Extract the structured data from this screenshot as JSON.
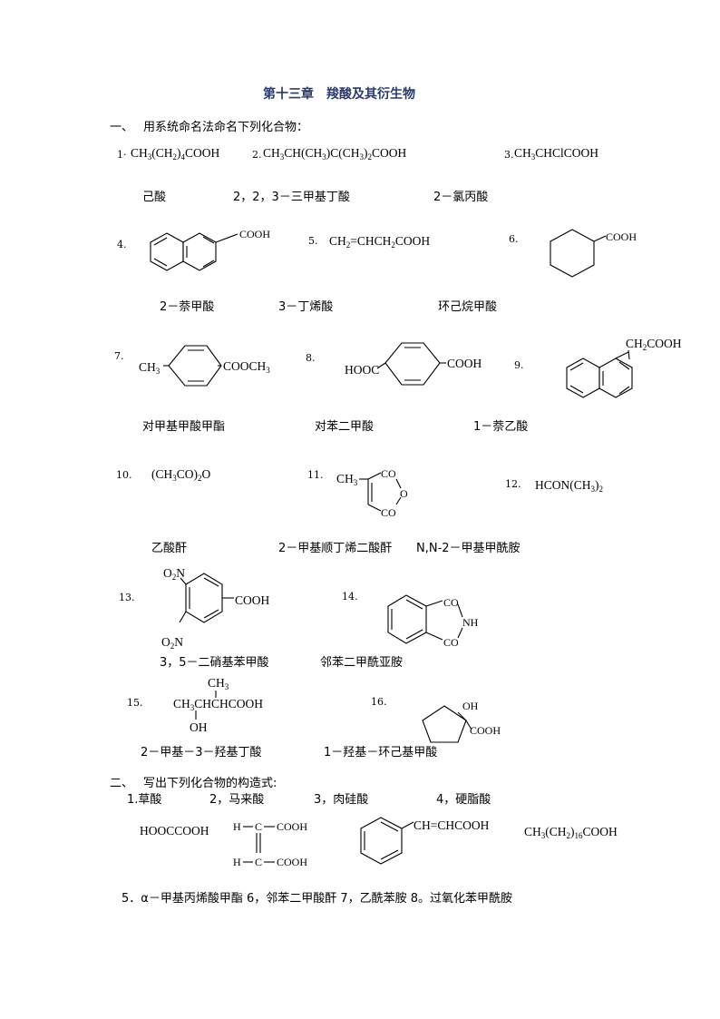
{
  "title": "第十三章　羧酸及其衍生物",
  "section1": {
    "num": "一、",
    "text": "用系统命名法命名下列化合物："
  },
  "section2": {
    "num": "二、",
    "text": "写出下列化合物的构造式:"
  },
  "items": {
    "i1": {
      "num": "1·",
      "formula": "CH3(CH2)4COOH",
      "name": "己酸"
    },
    "i2": {
      "num": "2.",
      "formula": "CH3CH(CH3)C(CH3)2COOH",
      "name": "2，2，3－三甲基丁酸"
    },
    "i3": {
      "num": "3.",
      "formula": "CH3CHClCOOH",
      "name": "2－氯丙酸"
    },
    "i4": {
      "num": "4.",
      "group": "COOH",
      "name": "2－萘甲酸"
    },
    "i5": {
      "num": "5.",
      "formula": "CH2=CHCH2COOH",
      "name": "3－丁烯酸"
    },
    "i6": {
      "num": "6.",
      "group": "COOH",
      "name": "环己烷甲酸"
    },
    "i7": {
      "num": "7.",
      "left": "CH3",
      "right": "COOCH3",
      "name": "对甲基甲酸甲酯"
    },
    "i8": {
      "num": "8.",
      "left": "HOOC",
      "right": "COOH",
      "name": "对苯二甲酸"
    },
    "i9": {
      "num": "9.",
      "group": "CH2COOH",
      "name": "1－萘乙酸"
    },
    "i10": {
      "num": "10.",
      "formula": "(CH3CO)2O",
      "name": "乙酸酐"
    },
    "i11": {
      "num": "11.",
      "me": "CH3",
      "co_top": "CO",
      "o": "O",
      "co_bot": "CO",
      "name": "2－甲基顺丁烯二酸酐"
    },
    "i12": {
      "num": "12.",
      "formula": "HCON(CH3)2",
      "name": "N,N-2－甲基甲酰胺"
    },
    "i13": {
      "num": "13.",
      "no2_top": "O2N",
      "no2_bot": "O2N",
      "group": "COOH",
      "name": "3，5－二硝基苯甲酸"
    },
    "i14": {
      "num": "14.",
      "co_top": "CO",
      "nh": "NH",
      "co_bot": "CO",
      "name": "邻苯二甲酰亚胺"
    },
    "i15": {
      "num": "15.",
      "ch3": "CH3",
      "main": "CH3CHCHCOOH",
      "oh": "OH",
      "name": "2－甲基－3－羟基丁酸"
    },
    "i16": {
      "num": "16.",
      "oh": "OH",
      "group": "COOH",
      "name": "1－羟基－环己基甲酸"
    }
  },
  "part2": {
    "labels": [
      "1.草酸",
      "2，马来酸",
      "3，肉硅酸",
      "4，硬脂酸"
    ],
    "oxalic": "HOOCCOOH",
    "maleic_h1": "H",
    "maleic_c1": "C",
    "maleic_cooh1": "COOH",
    "maleic_h2": "H",
    "maleic_c2": "C",
    "maleic_cooh2": "COOH",
    "cinnamic": "CH=CHCOOH",
    "stearic": "CH3(CH2)16COOH",
    "last_line": "5．α－甲基丙烯酸甲酯  6，邻苯二甲酸酐  7，乙酰苯胺  8。过氧化苯甲酰胺"
  }
}
